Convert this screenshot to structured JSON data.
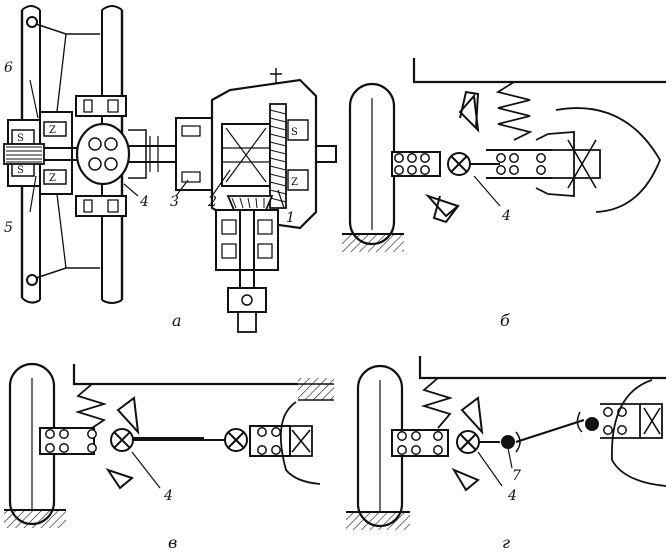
{
  "panels": {
    "a": {
      "caption": "а",
      "callouts": {
        "c1": "1",
        "c2": "2",
        "c3": "3",
        "c4": "4",
        "c5": "5",
        "c6": "6"
      }
    },
    "b": {
      "caption": "б",
      "callouts": {
        "c4": "4"
      }
    },
    "v": {
      "caption": "в",
      "callouts": {
        "c4": "4"
      }
    },
    "g": {
      "caption": "г",
      "callouts": {
        "c4": "4",
        "c7": "7"
      }
    }
  },
  "colors": {
    "ink": "#111111",
    "paper": "#ffffff"
  }
}
